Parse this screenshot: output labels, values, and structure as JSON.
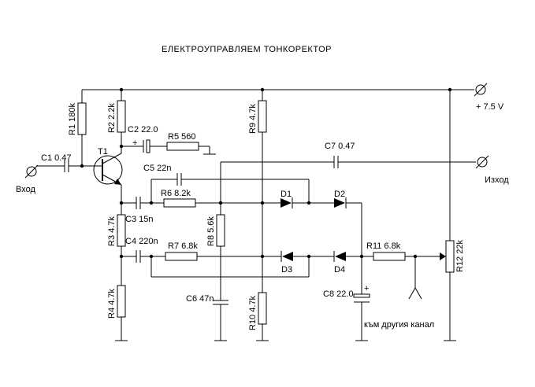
{
  "title": "ЕЛЕКТРОУПРАВЛЯЕМ  ТОНКОРЕКТОР",
  "supply_label": "+ 7.5 V",
  "input_label": "Вход",
  "output_label": "Изход",
  "other_channel_label": "към другия канал",
  "components": {
    "R1": "R1 180k",
    "R2": "R2 2.2k",
    "R3": "R3 4.7k",
    "R4": "R4 4.7k",
    "R5": "R5 560",
    "R6": "R6 8.2k",
    "R7": "R7 6.8k",
    "R8": "R8 5.6k",
    "R9": "R9 4.7k",
    "R10": "R10 4.7k",
    "R11": "R11 6.8k",
    "R12": "R12 22k",
    "C1": "C1 0.47",
    "C2": "C2 22.0",
    "C3": "C3 15n",
    "C4": "C4 220n",
    "C5": "C5 22n",
    "C6": "C6 47n",
    "C7": "C7 0.47",
    "C8": "C8 22.0",
    "T1": "T1",
    "D1": "D1",
    "D2": "D2",
    "D3": "D3",
    "D4": "D4",
    "plus": "+"
  }
}
